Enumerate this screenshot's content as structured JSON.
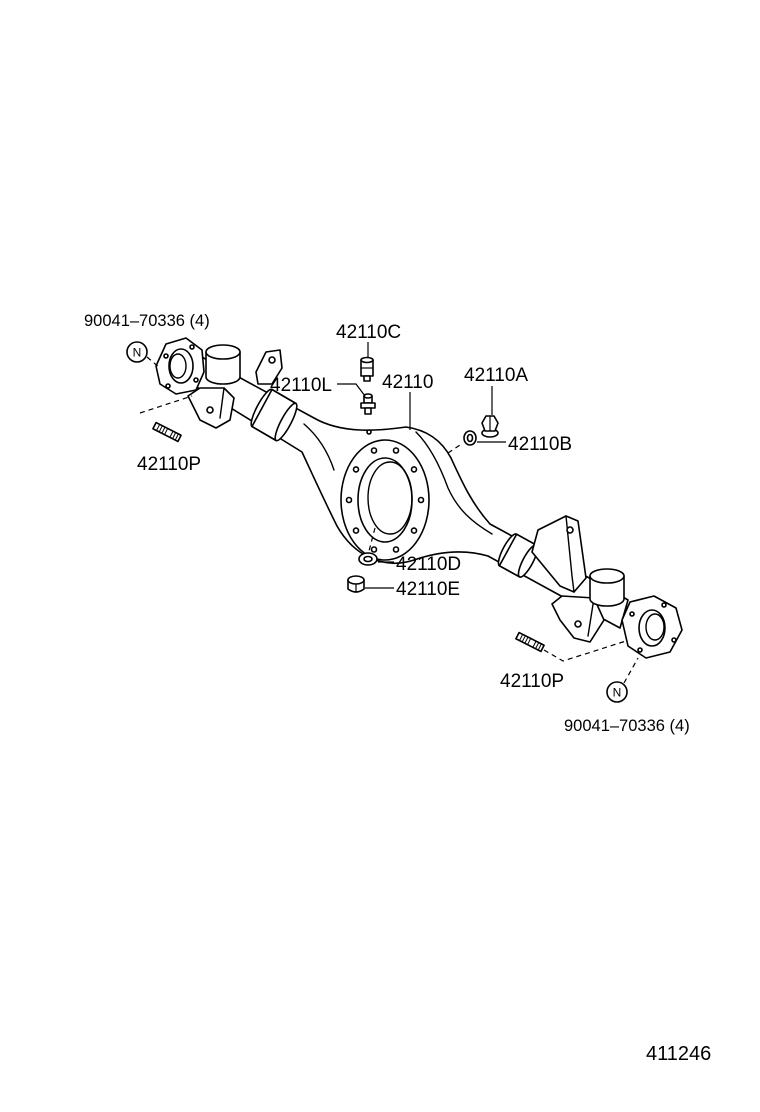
{
  "callouts": [
    {
      "text": "90041–70336 (4)"
    },
    {
      "text": "42110P"
    },
    {
      "text": "42110C"
    },
    {
      "text": "42110L"
    },
    {
      "text": "42110"
    },
    {
      "text": "42110A"
    },
    {
      "text": "42110B"
    },
    {
      "text": "42110D"
    },
    {
      "text": "42110E"
    },
    {
      "text": "42110P"
    },
    {
      "text": "90041–70336 (4)"
    }
  ],
  "symbols": [
    {
      "text": "N",
      "icon": "circled-n-icon"
    },
    {
      "text": "N",
      "icon": "circled-n-icon"
    }
  ],
  "figure_number": "411246",
  "colors": {
    "line": "#000000",
    "background": "#ffffff"
  }
}
